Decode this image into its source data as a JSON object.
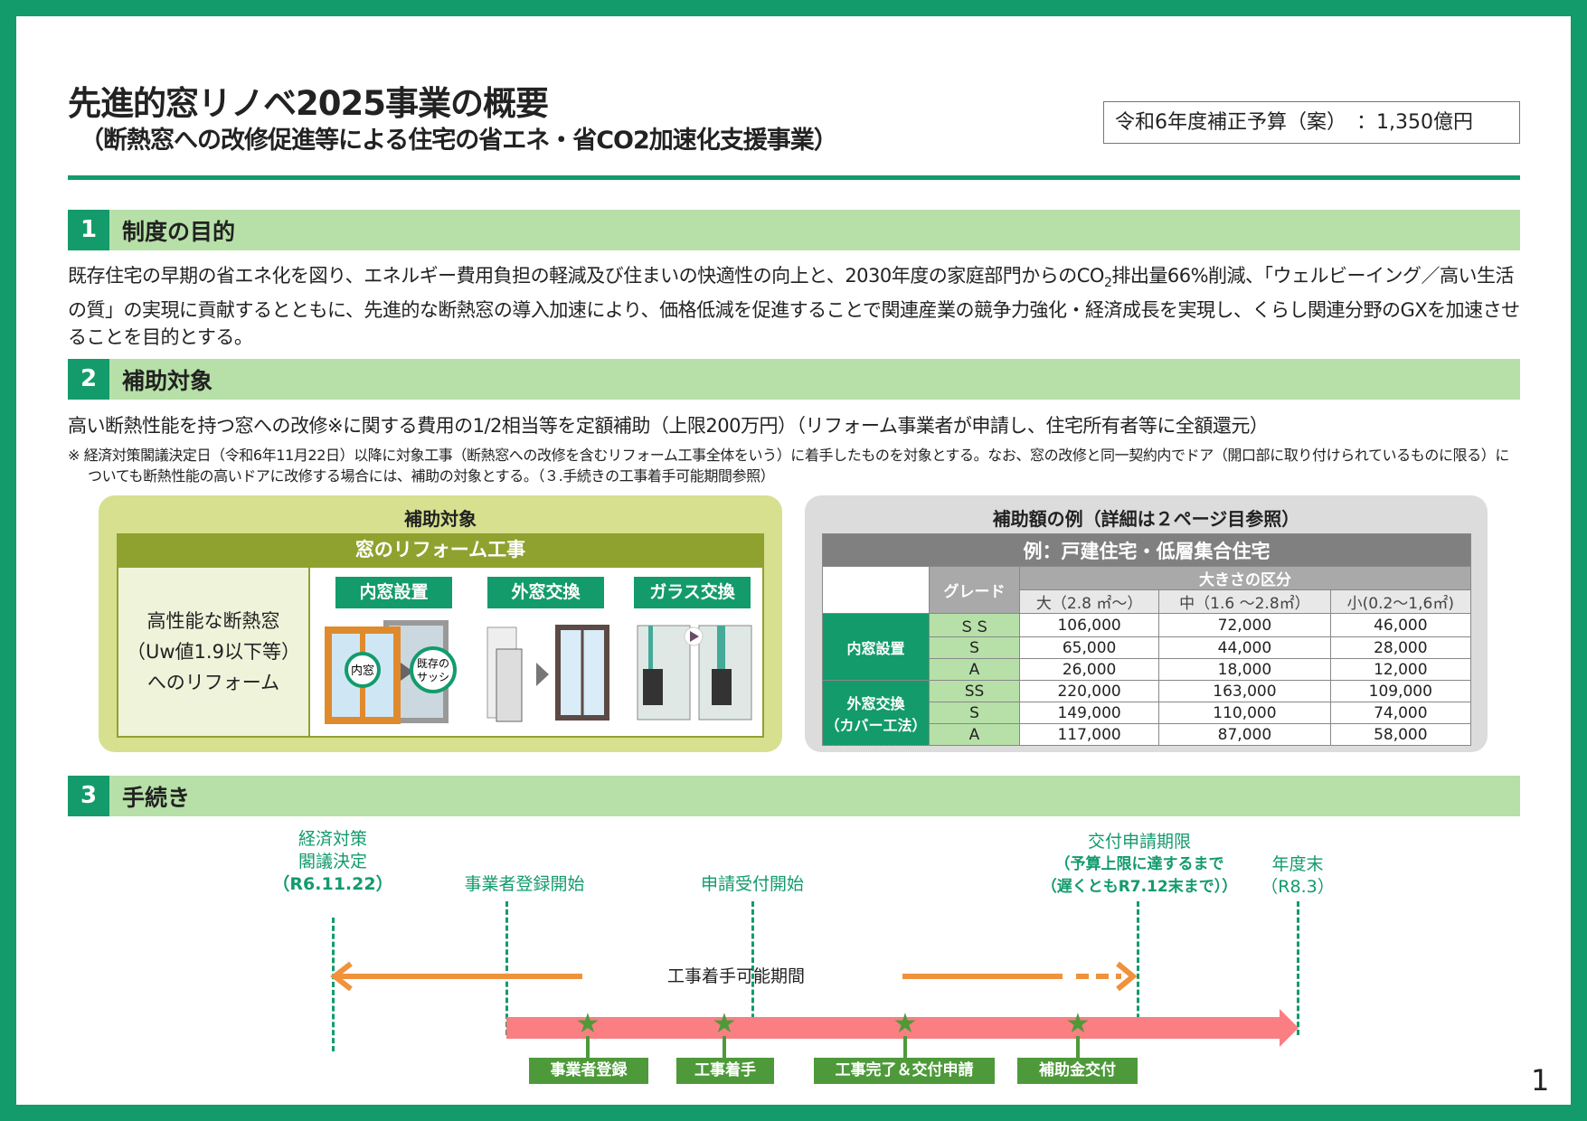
{
  "header": {
    "title": "先進的窓リノベ2025事業の概要",
    "subtitle": "（断熱窓への改修促進等による住宅の省エネ・省CO2加速化支援事業）",
    "budget": "令和6年度補正予算（案）　：1,350億円"
  },
  "section1": {
    "num": "1",
    "label": "制度の目的",
    "text_a": "既存住宅の早期の省エネ化を図り、エネルギー費用負担の軽減及び住まいの快適性の向上と、2030年度の家庭部門からのCO",
    "text_sub": "2",
    "text_b": "排出量66%削減、「ウェルビーイング／高い生活の質」の実現に貢献するとともに、先進的な断熱窓の導入加速により、価格低減を促進することで関連産業の競争力強化・経済成長を実現し、くらし関連分野のGXを加速させることを目的とする。"
  },
  "section2": {
    "num": "2",
    "label": "補助対象",
    "main": "高い断熱性能を持つ窓への改修※に関する費用の1/2相当等を定額補助（上限200万円）（リフォーム事業者が申請し、住宅所有者等に全額還元）",
    "note": "※ 経済対策閣議決定日（令和6年11月22日）以降に対象工事（断熱窓への改修を含むリフォーム工事全体をいう）に着手したものを対象とする。なお、窓の改修と同一契約内でドア（開口部に取り付けられているものに限る）についても断熱性能の高いドアに改修する場合には、補助の対象とする。（３.手続きの工事着手可能期間参照）",
    "left_panel": {
      "title": "補助対象",
      "bar": "窓のリフォーム工事",
      "desc": [
        "高性能な断熱窓",
        "（Uw値1.9以下等）",
        "へのリフォーム"
      ],
      "tags": [
        "内窓設置",
        "外窓交換",
        "ガラス交換"
      ],
      "img_labels": [
        "内窓",
        "既存の",
        "サッシ"
      ]
    },
    "right_panel": {
      "title": "補助額の例（詳細は２ページ目参照）",
      "table_title": "例：戸建住宅・低層集合住宅",
      "grade_header": "グレード",
      "size_header": "大きさの区分",
      "sizes": [
        "大（2.8 ㎡～）",
        "中（1.6 ～2.8㎡）",
        "小(0.2～1,6㎡)"
      ],
      "groups": [
        {
          "name": "内窓設置",
          "rows": [
            {
              "grade": "ＳＳ",
              "v": [
                "106,000",
                "72,000",
                "46,000"
              ]
            },
            {
              "grade": "S",
              "v": [
                "65,000",
                "44,000",
                "28,000"
              ]
            },
            {
              "grade": "A",
              "v": [
                "26,000",
                "18,000",
                "12,000"
              ]
            }
          ]
        },
        {
          "name": "外窓交換",
          "name2": "（カバー工法）",
          "rows": [
            {
              "grade": "SS",
              "v": [
                "220,000",
                "163,000",
                "109,000"
              ]
            },
            {
              "grade": "S",
              "v": [
                "149,000",
                "110,000",
                "74,000"
              ]
            },
            {
              "grade": "A",
              "v": [
                "117,000",
                "87,000",
                "58,000"
              ]
            }
          ]
        }
      ]
    }
  },
  "section3": {
    "num": "3",
    "label": "手続き",
    "events": [
      {
        "l1": "経済対策",
        "l2": "閣議決定",
        "l3": "（R6.11.22）"
      },
      {
        "l1": "事業者登録開始"
      },
      {
        "l1": "申請受付開始"
      },
      {
        "l1": "交付申請期限",
        "l2": "（予算上限に達するまで",
        "l3": "（遅くともR7.12末まで））"
      },
      {
        "l1": "年度末",
        "l2": "（R8.3）"
      }
    ],
    "period": "工事着手可能期間",
    "milestones": [
      "事業者登録",
      "工事着手",
      "工事完了＆交付申請",
      "補助金交付"
    ]
  },
  "page_number": "1"
}
